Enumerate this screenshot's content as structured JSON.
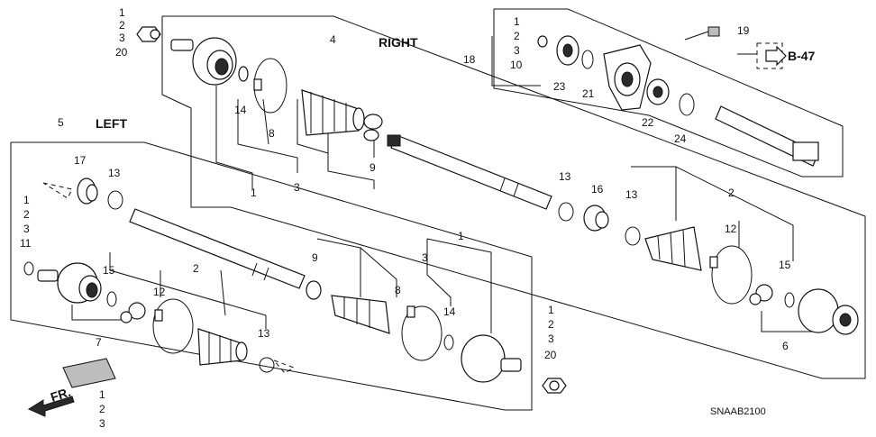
{
  "headings": {
    "right": "RIGHT",
    "left": "LEFT",
    "ref": "B-47",
    "front": "FR.",
    "code": "SNAAB2100"
  },
  "callouts": {
    "c_1a": "1",
    "c_2a": "2",
    "c_3a": "3",
    "c_20a": "20",
    "c_4": "4",
    "c_14a": "14",
    "c_8a": "8",
    "c_3b": "3",
    "c_1b": "1",
    "c_9a": "9",
    "c_1c": "1",
    "c_2c": "2",
    "c_3c": "3",
    "c_10": "10",
    "c_18": "18",
    "c_23": "23",
    "c_21": "21",
    "c_19": "19",
    "c_22": "22",
    "c_24": "24",
    "c_5": "5",
    "c_17": "17",
    "c_13a": "13",
    "c_1d": "1",
    "c_2d": "2",
    "c_3d": "3",
    "c_11": "11",
    "c_15a": "15",
    "c_2e": "2",
    "c_12a": "12",
    "c_13b": "13",
    "c_7": "7",
    "c_1f": "1",
    "c_2f": "2",
    "c_3f": "3",
    "c_9b": "9",
    "c_8b": "8",
    "c_3g": "3",
    "c_1g": "1",
    "c_14b": "14",
    "c_1h": "1",
    "c_2h": "2",
    "c_3h": "3",
    "c_20h": "20",
    "c_13c": "13",
    "c_16": "16",
    "c_13d": "13",
    "c_2i": "2",
    "c_12b": "12",
    "c_15b": "15",
    "c_6": "6"
  }
}
